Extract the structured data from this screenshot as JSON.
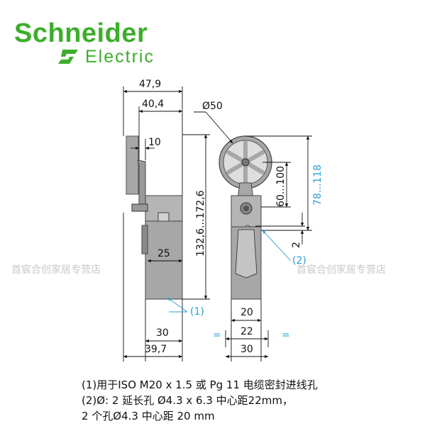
{
  "brand": {
    "name": "Schneider",
    "sub": "Electric"
  },
  "dimensions": {
    "d_47_9": "47,9",
    "d_40_4": "40,4",
    "d_10": "10",
    "d_diameter": "Ø50",
    "d_25": "25",
    "d_132_6": "132,6...172,6",
    "d_60_100": "60...100",
    "d_78_118": "78...118",
    "d_2": "2",
    "d_30_left": "30",
    "d_39_7": "39,7",
    "d_20": "20",
    "d_22": "22",
    "d_30_right": "30",
    "eq_left": "=",
    "eq_right": "="
  },
  "callouts": {
    "c1": "(1)",
    "c2": "(2)"
  },
  "watermark": {
    "left": "首宸合创家居专营店",
    "right": "首宸合创家居专营店"
  },
  "notes": {
    "line1": "(1)用于ISO M20 x 1.5 或 Pg 11 电缆密封进线孔",
    "line2": "(2)Ø: 2 延长孔 Ø4.3 x 6.3 中心距22mm，",
    "line3": "2 个孔Ø4.3 中心距 20 mm"
  },
  "colors": {
    "brand_green": "#3dae2b",
    "callout_blue": "#2a9fd6",
    "body_grey": "#a7a7a7"
  }
}
